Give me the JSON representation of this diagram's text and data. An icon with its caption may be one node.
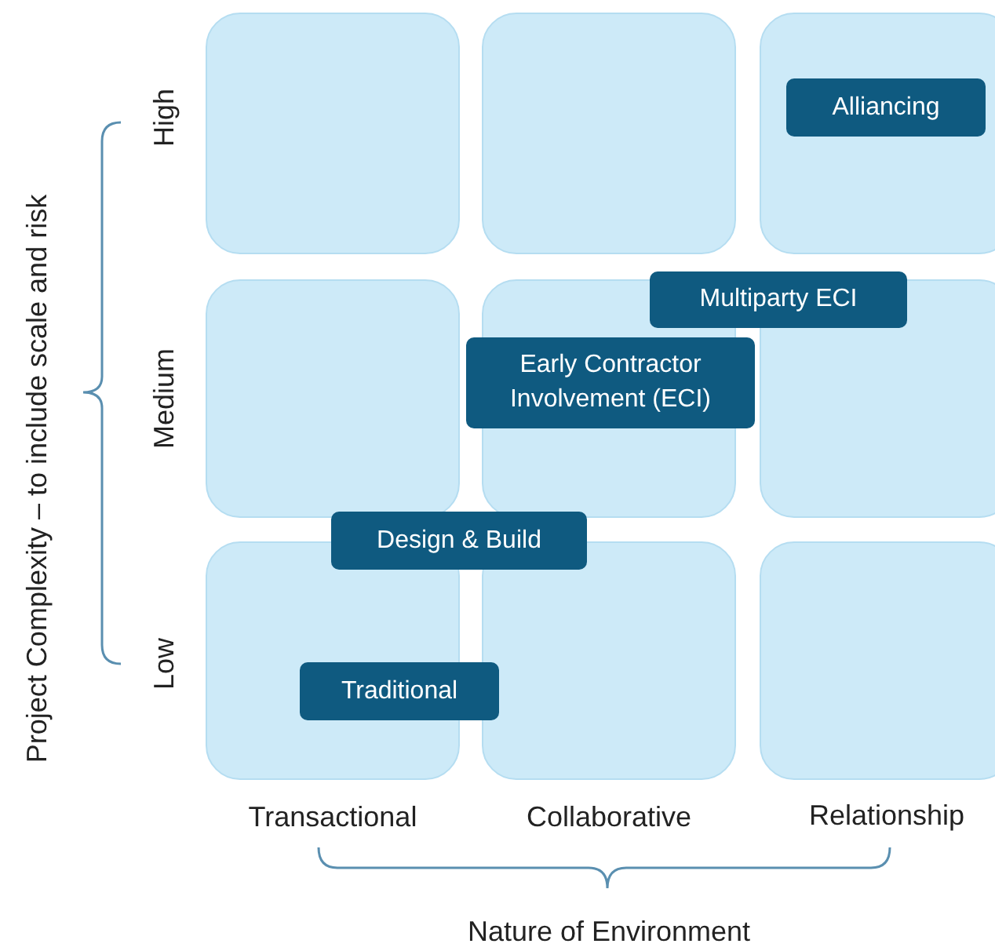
{
  "diagram": {
    "nodes": [
      {
        "text": [
          "Alliancing"
        ]
      },
      {
        "text": [
          "Multiparty ECI"
        ]
      },
      {
        "text": [
          "Early Contractor Involvement (ECI)"
        ]
      },
      {
        "text": [
          "Design & Build"
        ]
      },
      {
        "text": [
          "Traditional"
        ]
      }
    ],
    "labels": [
      "Project Complexity – to include scale and risk",
      "High",
      "Medium",
      "Low",
      "Transactional",
      "Collaborative",
      "Relationship",
      "Nature of Environment"
    ]
  }
}
